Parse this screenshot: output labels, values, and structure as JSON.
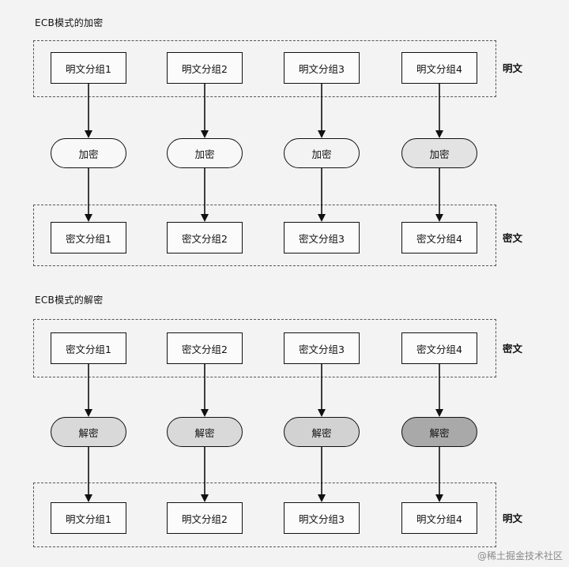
{
  "encryption": {
    "title": "ECB模式的加密",
    "top_label": "明文",
    "bottom_label": "密文",
    "inputs": [
      "明文分组1",
      "明文分组2",
      "明文分组3",
      "明文分组4"
    ],
    "ops": [
      "加密",
      "加密",
      "加密",
      "加密"
    ],
    "outputs": [
      "密文分组1",
      "密文分组2",
      "密文分组3",
      "密文分组4"
    ],
    "op_colors": [
      "#f8f8f8",
      "#f8f8f8",
      "#f3f3f3",
      "#e3e3e3"
    ]
  },
  "decryption": {
    "title": "ECB模式的解密",
    "top_label": "密文",
    "bottom_label": "明文",
    "inputs": [
      "密文分组1",
      "密文分组2",
      "密文分组3",
      "密文分组4"
    ],
    "ops": [
      "解密",
      "解密",
      "解密",
      "解密"
    ],
    "outputs": [
      "明文分组1",
      "明文分组2",
      "明文分组3",
      "明文分组4"
    ],
    "op_colors": [
      "#d9d9d9",
      "#d9d9d9",
      "#d2d2d2",
      "#a9a9a9"
    ]
  },
  "watermark": "@稀土掘金技术社区"
}
